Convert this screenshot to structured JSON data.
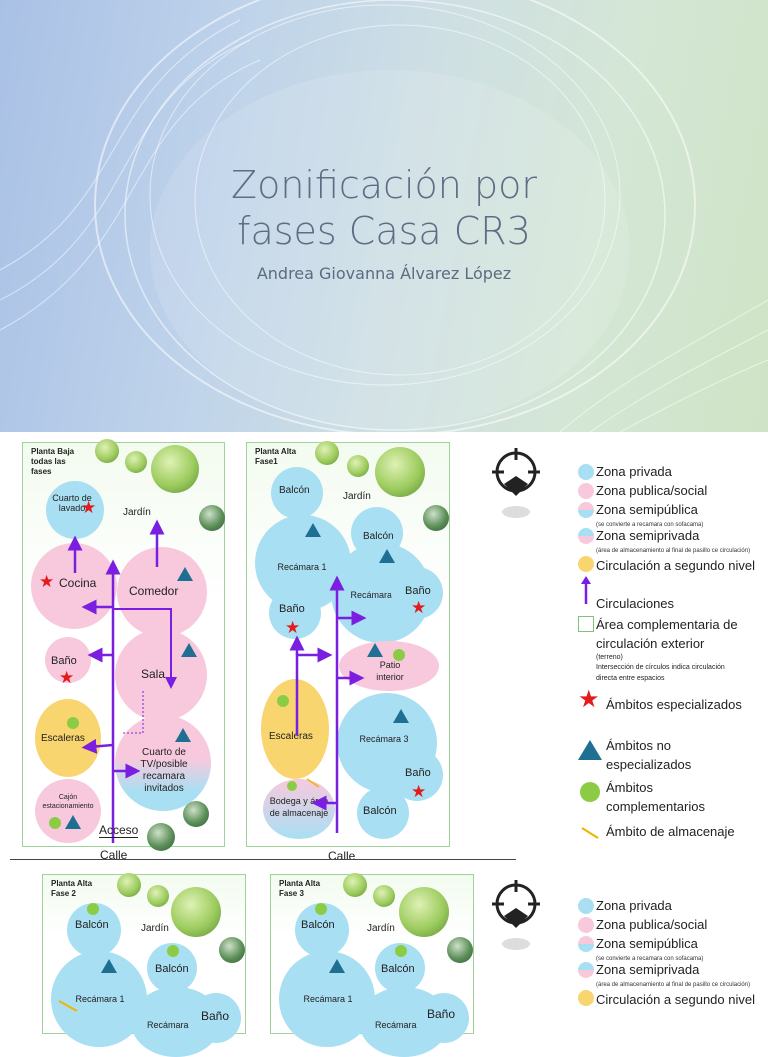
{
  "slide": {
    "title_line1": "Zonificación por",
    "title_line2": "fases Casa CR3",
    "author": "Andrea Giovanna Álvarez López"
  },
  "plan1": {
    "title": "Planta Baja\ntodas las\nfases",
    "cuarto_lavado": "Cuarto de lavado",
    "jardin": "Jardín",
    "cocina": "Cocina",
    "comedor": "Comedor",
    "bano": "Baño",
    "sala": "Sala",
    "escaleras": "Escaleras",
    "cuarto_tv": "Cuarto de TV/posible recamara invitados",
    "cajon": "Cajón estacionamiento",
    "acceso": "Acceso",
    "calle": "Calle"
  },
  "plan2": {
    "title": "Planta Alta\nFase1",
    "balcon_top": "Balcón",
    "jardin": "Jardín",
    "balcon_mid": "Balcón",
    "recamara1": "Recámara 1",
    "recamara2": "Recámara 2",
    "bano_left": "Baño",
    "bano_right": "Baño",
    "patio": "Patio interior",
    "escaleras": "Escaleras",
    "recamara3": "Recámara 3",
    "bano3": "Baño",
    "bodega": "Bodega y área de almacenaje",
    "balcon_bottom": "Balcón",
    "calle": "Calle"
  },
  "plan3": {
    "title": "Planta Alta\nFase 2",
    "balcon": "Balcón",
    "jardin": "Jardín",
    "balcon2": "Balcón",
    "recamara1": "Recámara 1",
    "recamara2": "Recámara",
    "bano": "Baño"
  },
  "plan4": {
    "title": "Planta Alta\nFase 3",
    "balcon": "Balcón",
    "jardin": "Jardín",
    "balcon2": "Balcón",
    "recamara1": "Recámara 1",
    "recamara2": "Recámara",
    "bano": "Baño"
  },
  "legend": {
    "privada": "Zona privada",
    "publica": "Zona publica/social",
    "semipublica": "Zona semipública",
    "semipublica_note": "(se convierte a recamara con sofacama)",
    "semiprivada": "Zona semiprivada",
    "semiprivada_note": "(área de almacenamiento al final de pasillo ce circulación)",
    "circ_segundo": "Circulación a segundo nivel",
    "circulaciones": "Circulaciones",
    "area_comp": "Área complementaria de circulación exterior",
    "terreno": "(terreno)",
    "interseccion": "Intersección de círculos indica circulación directa entre espacios",
    "esp": "Ámbitos especializados",
    "no_esp": "Ámbitos no especializados",
    "comp": "Ámbitos complementarios",
    "almacenaje": "Ámbito de almacenaje"
  },
  "legend2": {
    "privada": "Zona privada",
    "publica": "Zona publica/social",
    "semipublica": "Zona semipública",
    "semipublica_note": "(se convierte a recamara con sofacama)",
    "semiprivada": "Zona semiprivada",
    "semiprivada_note": "(área de almacenamiento al final de pasillo ce circulación)",
    "circ_segundo": "Circulación a segundo nivel"
  },
  "colors": {
    "privada": "#a9dff3",
    "publica": "#f8c9dd",
    "circulacion": "#f8d56f",
    "arrow": "#7a1fe0",
    "star": "#e31b1b",
    "triangle": "#1f6f92",
    "complementario": "#8ccc45"
  }
}
